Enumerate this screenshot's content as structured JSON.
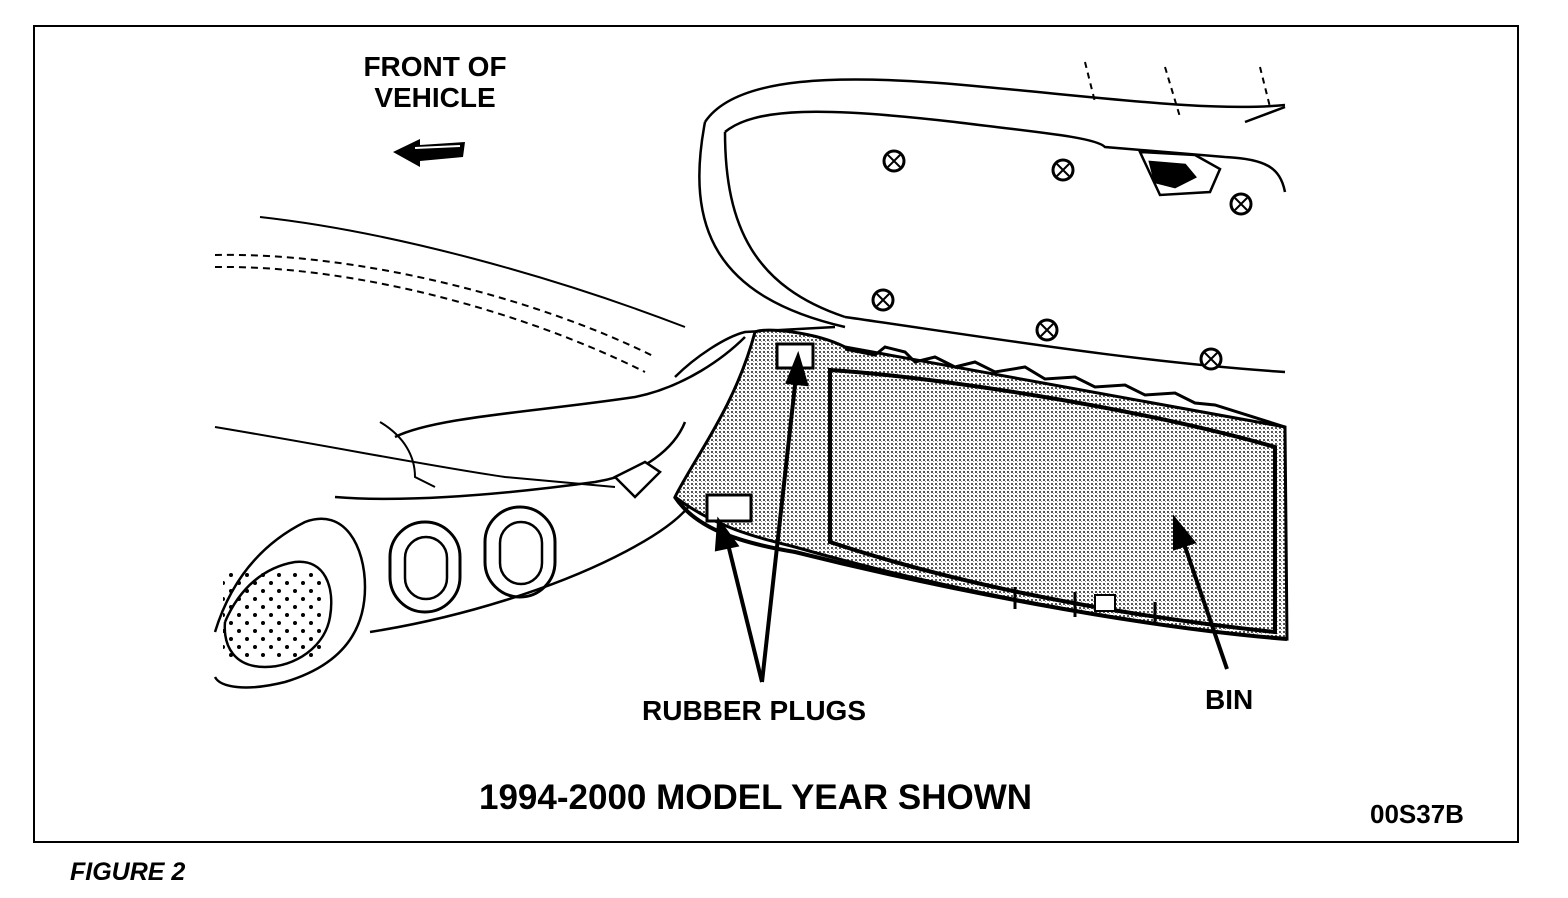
{
  "labels": {
    "front_of_vehicle": "FRONT OF\nVEHICLE",
    "rubber_plugs": "RUBBER PLUGS",
    "bin": "BIN",
    "model_year": "1994-2000 MODEL YEAR SHOWN",
    "figure_code": "00S37B"
  },
  "caption": "FIGURE 2"
}
